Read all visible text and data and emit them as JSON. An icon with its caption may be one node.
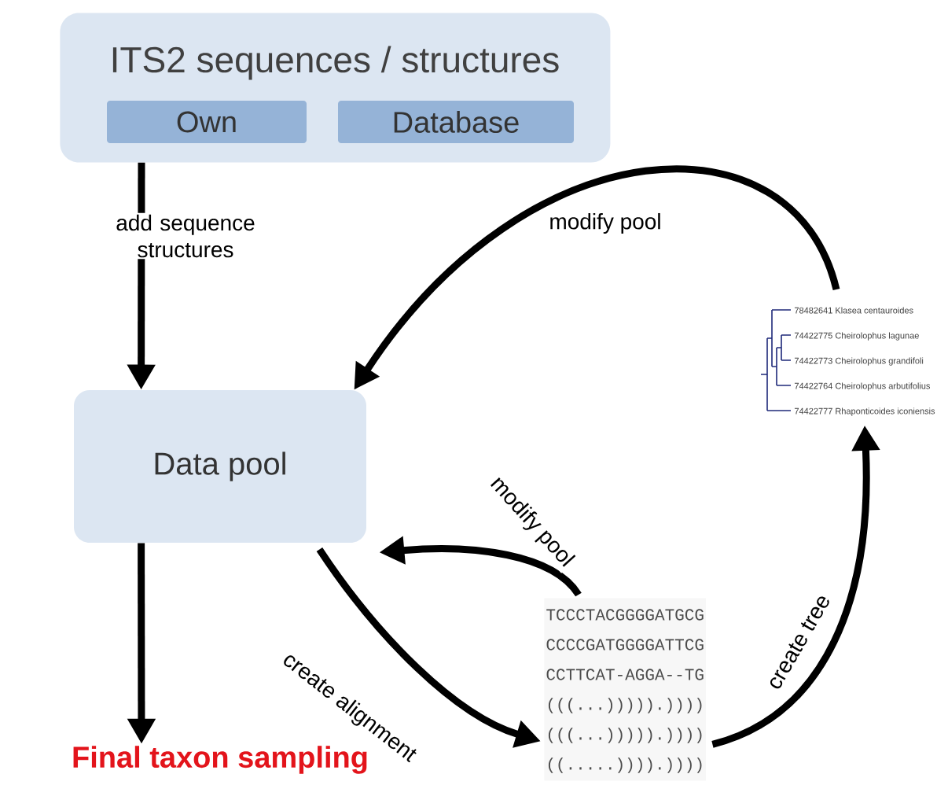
{
  "diagram": {
    "nodes": [
      {
        "text": [
          "ITS2 sequences / structures"
        ]
      },
      {
        "text": [
          "Own"
        ],
        "in": 0
      },
      {
        "text": [
          "Database"
        ],
        "in": 0
      },
      {
        "text": [
          "Data pool"
        ]
      },
      {
        "text": [
          "Final taxon sampling"
        ]
      },
      {
        "text": [
          "TCCCTACGGGGATGCG",
          "CCCCGATGGGGATTCG",
          "CCTTCAT-AGGA--TG",
          "(((...))))).))))",
          "(((...))))).))))",
          "((.....)))).))))"
        ]
      },
      {
        "text": [
          "78482641 Klasea centauroides",
          "74422775 Cheirolophus lagunae",
          "74422773 Cheirolophus grandifoli",
          "74422764 Cheirolophus arbutifolius",
          "74422777 Rhaponticoides iconiensis"
        ]
      }
    ],
    "edges": [
      {
        "from": 0,
        "to": 3,
        "arrow": "to",
        "label": "add sequence structures"
      },
      {
        "from": 3,
        "to": 4,
        "arrow": "to"
      },
      {
        "from": 6,
        "to": 3,
        "arrow": "to",
        "label": "modify pool"
      },
      {
        "from": 5,
        "to": 3,
        "arrow": "to",
        "label": "modify pool"
      },
      {
        "from": 3,
        "to": 5,
        "arrow": "to",
        "label": "create alignment"
      },
      {
        "from": 5,
        "to": 6,
        "arrow": "to",
        "label": "create tree"
      }
    ]
  }
}
